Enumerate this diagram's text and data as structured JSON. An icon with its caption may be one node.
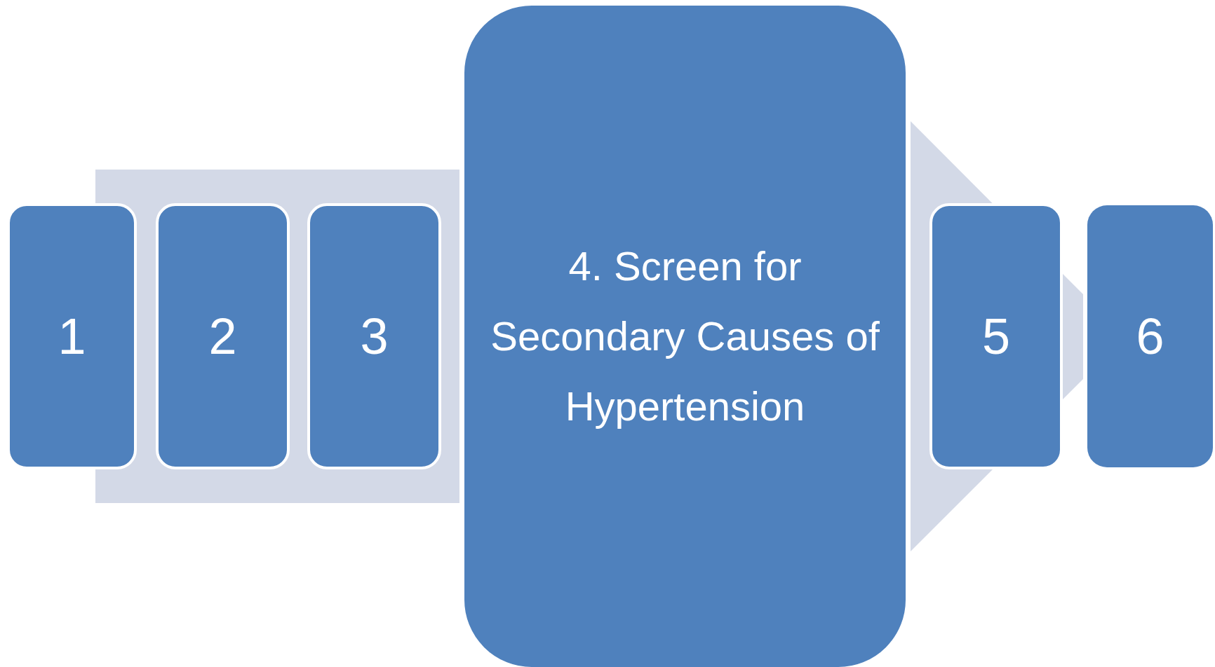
{
  "diagram": {
    "nodes": [
      {
        "text": [
          "1"
        ]
      },
      {
        "text": [
          "2"
        ]
      },
      {
        "text": [
          "3"
        ]
      },
      {
        "text": [
          "4. Screen for Secondary Causes of Hypertension"
        ]
      },
      {
        "text": [
          "5"
        ]
      },
      {
        "text": [
          "6"
        ]
      }
    ]
  }
}
